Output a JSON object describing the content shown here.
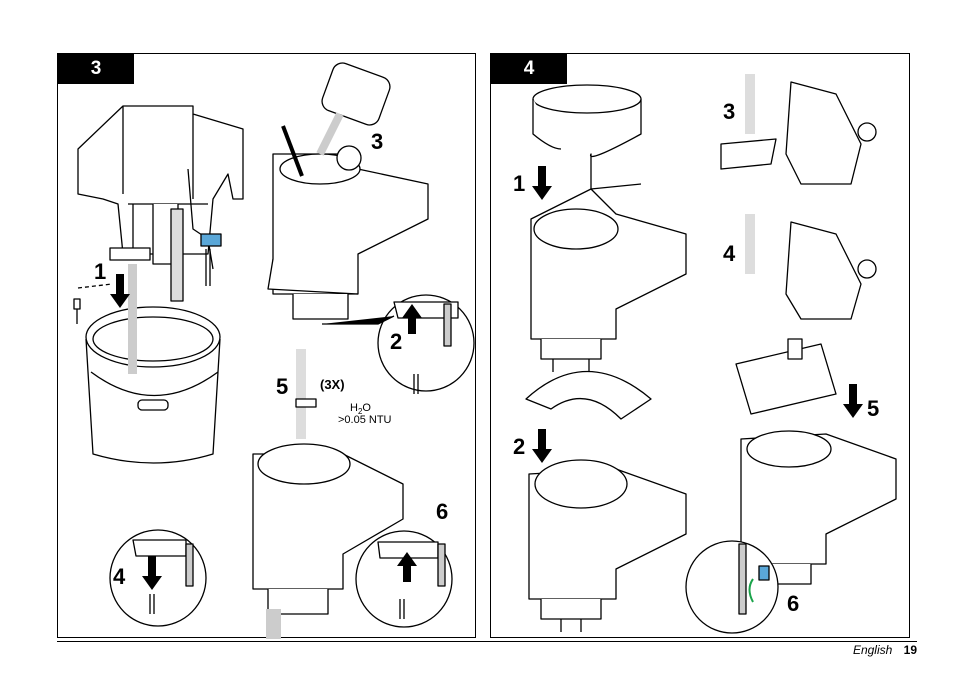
{
  "panels": [
    {
      "number": "3",
      "steps": [
        "1",
        "2",
        "3",
        "4",
        "5",
        "6"
      ],
      "repeat_label": "(3X)",
      "water_label": "H2O",
      "turbidity_label": ">0.05 NTU"
    },
    {
      "number": "4",
      "steps": [
        "1",
        "2",
        "3",
        "4",
        "5",
        "6"
      ]
    }
  ],
  "footer": {
    "language": "English",
    "page_number": "19"
  }
}
